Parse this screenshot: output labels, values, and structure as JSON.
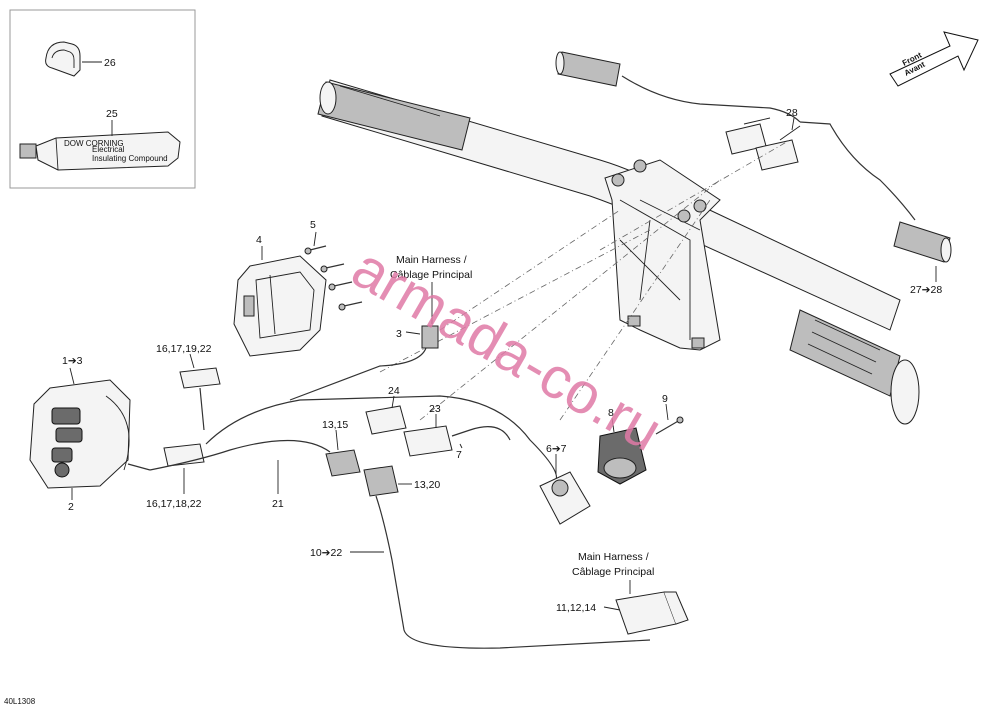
{
  "diagram_code": "40L1308",
  "direction_arrow": {
    "line1": "Front",
    "line2": "Avant"
  },
  "watermark": "armada-co.ru",
  "callouts": {
    "c26": "26",
    "c25": "25",
    "c4": "4",
    "c5": "5",
    "c3": "3",
    "c1to3": "1➔3",
    "c2": "2",
    "c16_19": "16,17,19,22",
    "c16_18": "16,17,18,22",
    "c21": "21",
    "c13_15": "13,15",
    "c13_20": "13,20",
    "c10to22": "10➔22",
    "c24": "24",
    "c23": "23",
    "c7": "7",
    "c6to7": "6➔7",
    "c8": "8",
    "c9": "9",
    "c28": "28",
    "c27to28": "27➔28",
    "c11_14": "11,12,14"
  },
  "harness_label_1": {
    "line1": "Main Harness /",
    "line2": "Câblage Principal"
  },
  "harness_label_2": {
    "line1": "Main Harness /",
    "line2": "Câblage Principal"
  },
  "tube_text": {
    "brand": "DOW CORNING",
    "line1": "Electrical",
    "line2": "Insulating Compound"
  }
}
